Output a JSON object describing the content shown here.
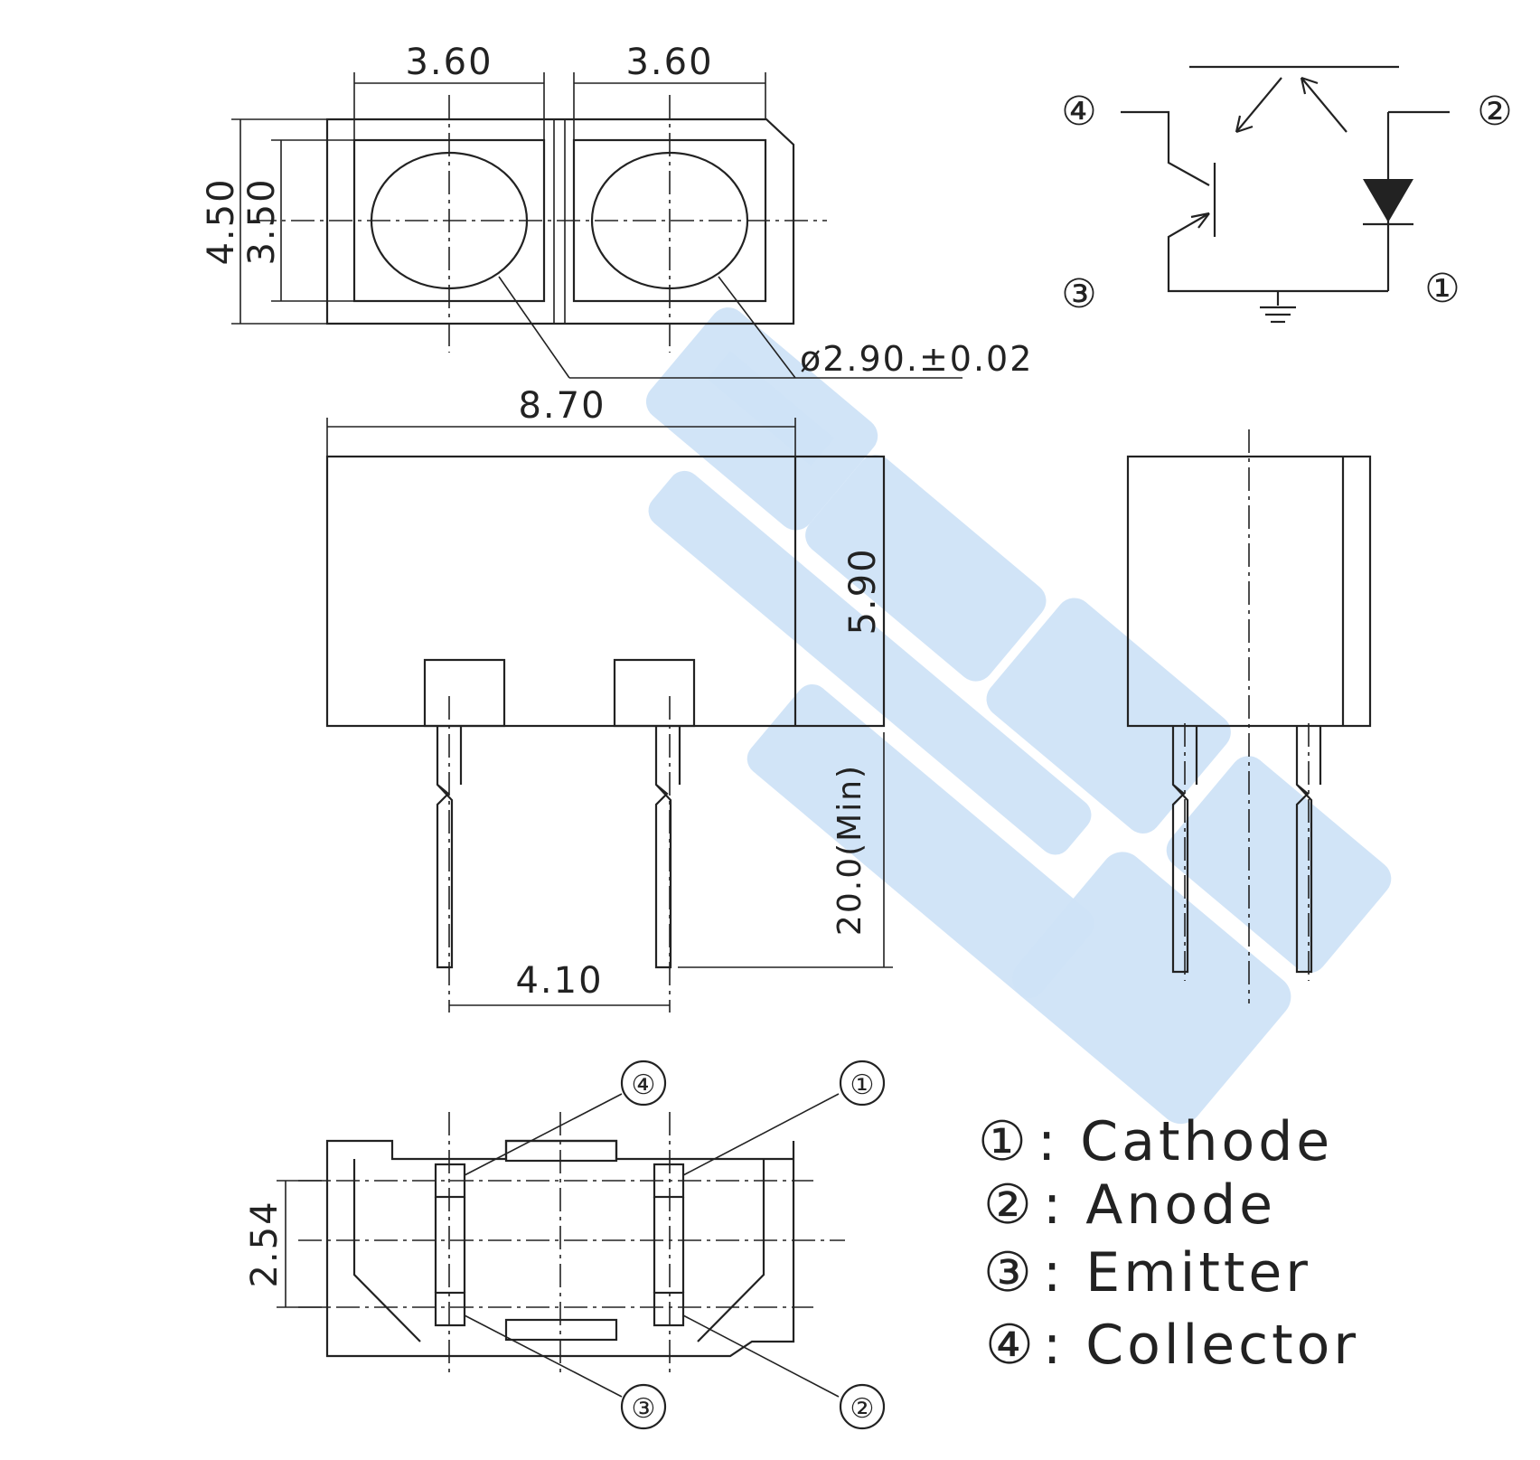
{
  "dimensions": {
    "lens_pitch_left": "3.60",
    "lens_pitch_right": "3.60",
    "body_height": "4.50",
    "window_height": "3.50",
    "lens_diameter": "ø2.90.±0.02",
    "body_width": "8.70",
    "body_depth": "5.90",
    "lead_length": "20.0(Min)",
    "lead_pitch": "4.10",
    "pin_row_pitch": "2.54"
  },
  "schematic_pins": [
    "④",
    "②",
    "③",
    "①"
  ],
  "footprint_pins": [
    "④",
    "①",
    "③",
    "②"
  ],
  "legend": [
    {
      "mark": "①",
      "text": ": Cathode"
    },
    {
      "mark": "②",
      "text": ": Anode"
    },
    {
      "mark": "③",
      "text": ": Emitter"
    },
    {
      "mark": "④",
      "text": ": Collector"
    }
  ],
  "colors": {
    "line": "#222222",
    "watermark": "#cfe3f7"
  }
}
